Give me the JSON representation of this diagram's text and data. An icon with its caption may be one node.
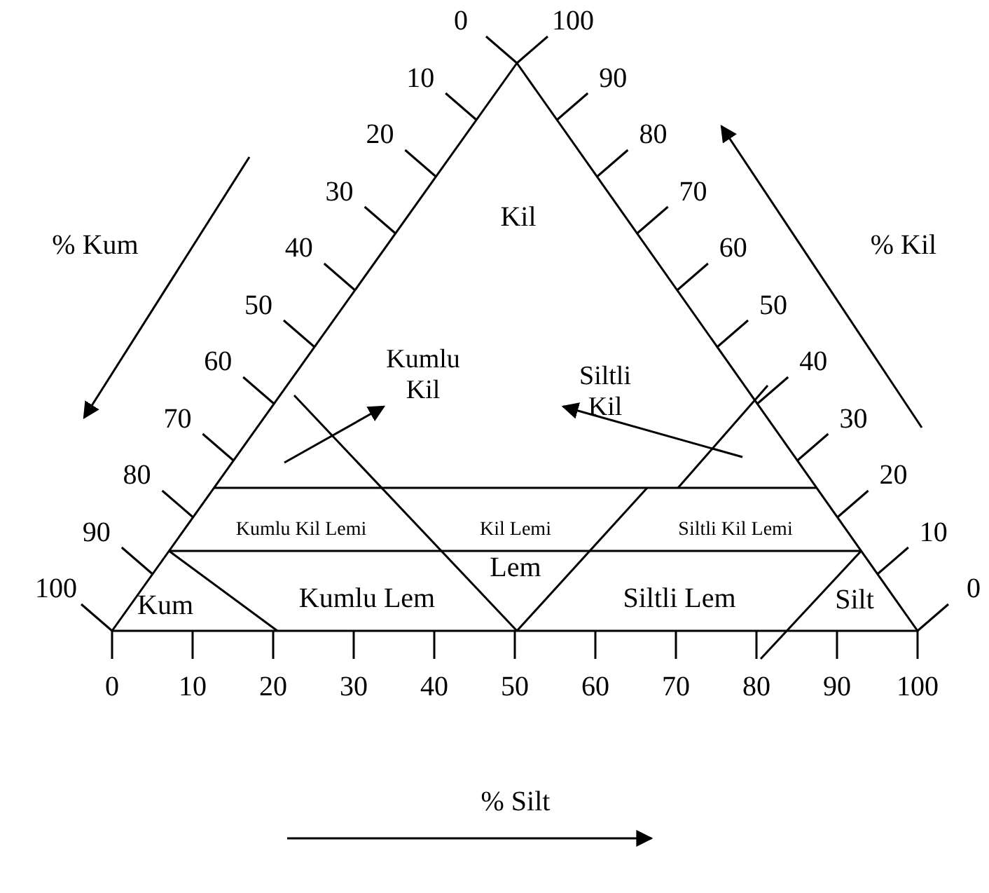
{
  "diagram": {
    "nodes": [
      {
        "text": [
          "Kumlu Kil"
        ]
      },
      {
        "text": [
          "Siltli Kil"
        ]
      }
    ],
    "edges": [
      {
        "from": null,
        "to": 0,
        "arrow": "to"
      },
      {
        "from": null,
        "to": 1,
        "arrow": "to"
      }
    ],
    "labels": [
      "0",
      "10",
      "20",
      "30",
      "40",
      "50",
      "60",
      "70",
      "80",
      "90",
      "100",
      "100",
      "90",
      "80",
      "70",
      "60",
      "50",
      "40",
      "30",
      "20",
      "10",
      "0",
      "0",
      "10",
      "20",
      "30",
      "40",
      "50",
      "60",
      "70",
      "80",
      "90",
      "100",
      "% Kum",
      "% Kil",
      "Kil",
      "Kumlu Kil Lemi",
      "Kil Lemi",
      "Siltli Kil Lemi",
      "Kum",
      "Kumlu Lem",
      "Lem",
      "Siltli Lem",
      "Silt",
      "% Silt"
    ]
  }
}
